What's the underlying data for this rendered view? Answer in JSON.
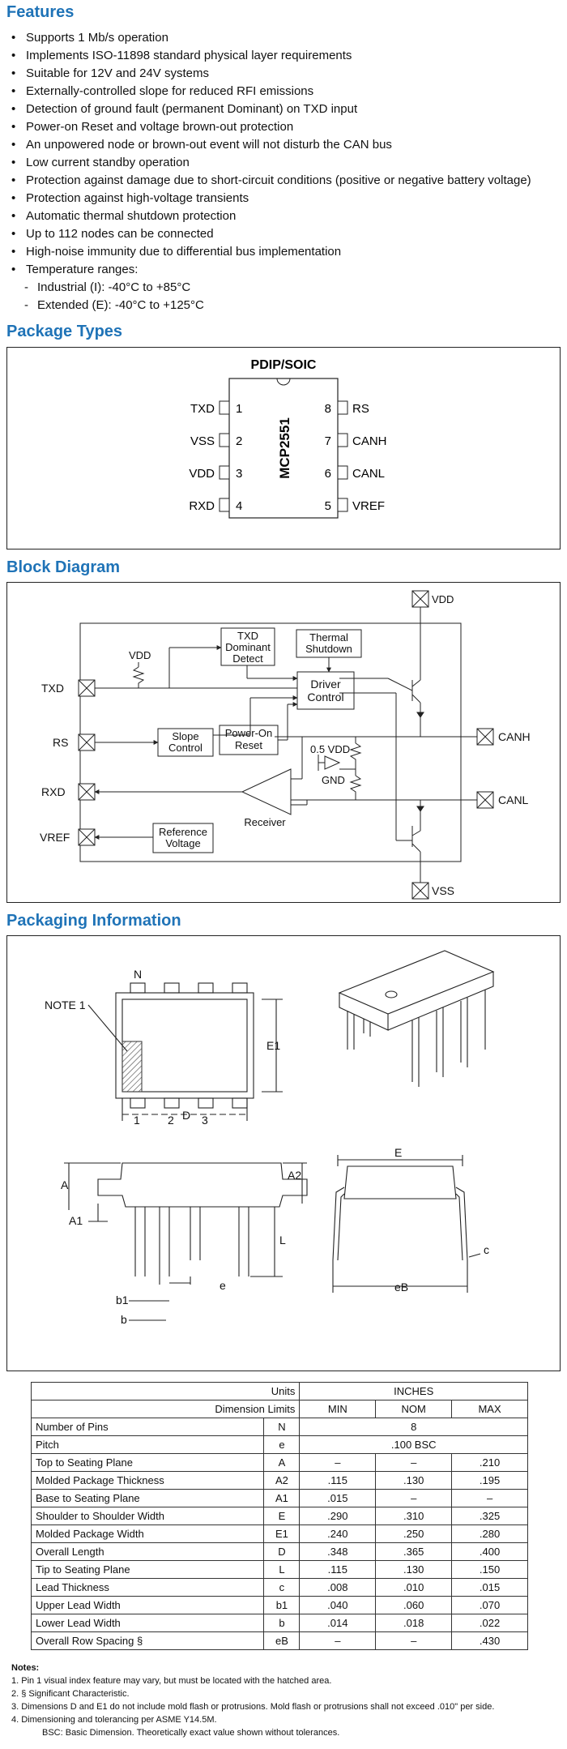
{
  "features": {
    "heading": "Features",
    "items": [
      "Supports 1 Mb/s operation",
      "Implements ISO-11898 standard physical layer  requirements",
      "Suitable for 12V and 24V systems",
      "Externally-controlled slope for reduced RFI  emissions",
      "Detection of ground fault (permanent Dominant)  on TXD input",
      "Power-on Reset and voltage brown-out protection",
      "An unpowered node or brown-out event will not  disturb the CAN bus",
      "Low current standby operation",
      "Protection against damage due to short-circuit  conditions (positive or negative battery voltage)",
      "Protection against high-voltage transients",
      "Automatic thermal shutdown protection",
      "Up to 112 nodes can be connected",
      "High-noise immunity due to differential bus  implementation",
      "Temperature ranges:"
    ],
    "subitems": [
      "Industrial (I): -40°C to +85°C",
      "Extended (E): -40°C to +125°C"
    ]
  },
  "package_types": {
    "heading": "Package Types",
    "title": "PDIP/SOIC",
    "chip": "MCP2551",
    "left_pins": [
      {
        "name": "TXD",
        "num": "1"
      },
      {
        "name": "VSS",
        "num": "2"
      },
      {
        "name": "VDD",
        "num": "3"
      },
      {
        "name": "RXD",
        "num": "4"
      }
    ],
    "right_pins": [
      {
        "name": "RS",
        "num": "8"
      },
      {
        "name": "CANH",
        "num": "7"
      },
      {
        "name": "CANL",
        "num": "6"
      },
      {
        "name": "VREF",
        "num": "5"
      }
    ]
  },
  "block_diagram": {
    "heading": "Block Diagram",
    "vdd_top": "VDD",
    "vdd_inner": "VDD",
    "txd": "TXD",
    "rs": "RS",
    "rxd": "RXD",
    "vref": "VREF",
    "canh": "CANH",
    "canl": "CANL",
    "vss": "VSS",
    "txd_dominant_1": "TXD",
    "txd_dominant_2": "Dominant",
    "txd_dominant_3": "Detect",
    "thermal_1": "Thermal",
    "thermal_2": "Shutdown",
    "driver_1": "Driver",
    "driver_2": "Control",
    "slope_1": "Slope",
    "slope_2": "Control",
    "por_1": "Power-On",
    "por_2": "Reset",
    "half_vdd": "0.5 VDD",
    "gnd": "GND",
    "receiver": "Receiver",
    "ref_1": "Reference",
    "ref_2": "Voltage"
  },
  "packaging": {
    "heading": "Packaging Information",
    "labels": {
      "n": "N",
      "note1": "NOTE 1",
      "e1": "E1",
      "p1": "1",
      "p2": "2",
      "p3": "3",
      "d": "D",
      "e": "E",
      "a": "A",
      "a2": "A2",
      "a1": "A1",
      "l": "L",
      "e_small": "e",
      "b1": "b1",
      "b": "b",
      "c": "c",
      "eb": "eB"
    }
  },
  "table": {
    "units_label": "Units",
    "units_value": "INCHES",
    "dim_limits_label": "Dimension Limits",
    "col_min": "MIN",
    "col_nom": "NOM",
    "col_max": "MAX",
    "rows": [
      {
        "name": "Number of Pins",
        "sym": "N",
        "span": "8"
      },
      {
        "name": "Pitch",
        "sym": "e",
        "span": ".100 BSC"
      },
      {
        "name": "Top to Seating Plane",
        "sym": "A",
        "min": "–",
        "nom": "–",
        "max": ".210"
      },
      {
        "name": "Molded Package Thickness",
        "sym": "A2",
        "min": ".115",
        "nom": ".130",
        "max": ".195"
      },
      {
        "name": "Base to Seating Plane",
        "sym": "A1",
        "min": ".015",
        "nom": "–",
        "max": "–"
      },
      {
        "name": "Shoulder to Shoulder Width",
        "sym": "E",
        "min": ".290",
        "nom": ".310",
        "max": ".325"
      },
      {
        "name": "Molded Package Width",
        "sym": "E1",
        "min": ".240",
        "nom": ".250",
        "max": ".280"
      },
      {
        "name": "Overall Length",
        "sym": "D",
        "min": ".348",
        "nom": ".365",
        "max": ".400"
      },
      {
        "name": "Tip to Seating Plane",
        "sym": "L",
        "min": ".115",
        "nom": ".130",
        "max": ".150"
      },
      {
        "name": "Lead Thickness",
        "sym": "c",
        "min": ".008",
        "nom": ".010",
        "max": ".015"
      },
      {
        "name": "Upper Lead Width",
        "sym": "b1",
        "min": ".040",
        "nom": ".060",
        "max": ".070"
      },
      {
        "name": "Lower Lead Width",
        "sym": "b",
        "min": ".014",
        "nom": ".018",
        "max": ".022"
      },
      {
        "name": "Overall Row Spacing  §",
        "sym": "eB",
        "min": "–",
        "nom": "–",
        "max": ".430"
      }
    ]
  },
  "notes": {
    "title": "Notes:",
    "items": [
      "1.  Pin 1 visual index feature may vary, but must be located with the hatched area.",
      "2.  § Significant Characteristic.",
      "3.  Dimensions D and E1 do not include mold flash or protrusions. Mold flash or protrusions shall not exceed .010\" per side.",
      "4.  Dimensioning and tolerancing per ASME Y14.5M."
    ],
    "bsc": "BSC: Basic Dimension. Theoretically exact value shown without tolerances."
  }
}
